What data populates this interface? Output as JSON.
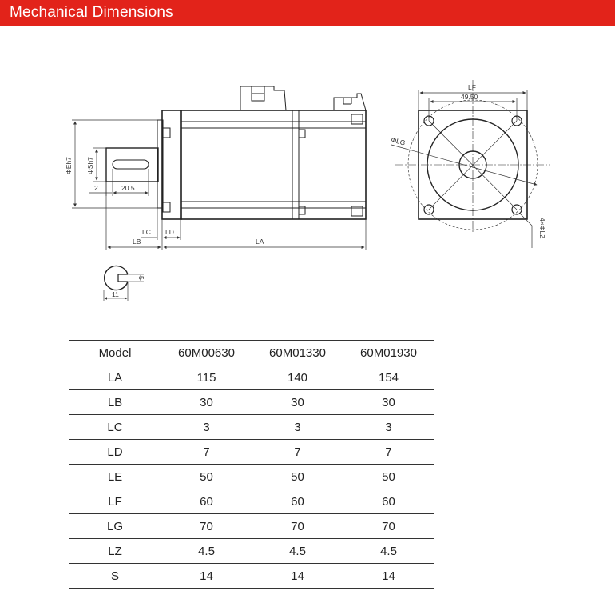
{
  "header": {
    "title": "Mechanical  Dimensions",
    "background": "#e2231a",
    "text_color": "#ffffff"
  },
  "drawing": {
    "side_view": {
      "shaft_diameter": "ΦSh7",
      "flange_diameter": "ΦEh7",
      "shaft_offset": "2",
      "key_length": "20.5",
      "lc": "LC",
      "ld": "LD",
      "lb": "LB",
      "la": "LA"
    },
    "front_view": {
      "lf": "LF",
      "hole_spacing": "49.50",
      "pcd": "ΦLG",
      "holes": "4×ΦLZ"
    },
    "shaft_section": {
      "key_width": "5",
      "height": "11"
    }
  },
  "table": {
    "headers": [
      "Model",
      "60M00630",
      "60M01330",
      "60M01930"
    ],
    "rows": [
      [
        "LA",
        "115",
        "140",
        "154"
      ],
      [
        "LB",
        "30",
        "30",
        "30"
      ],
      [
        "LC",
        "3",
        "3",
        "3"
      ],
      [
        "LD",
        "7",
        "7",
        "7"
      ],
      [
        "LE",
        "50",
        "50",
        "50"
      ],
      [
        "LF",
        "60",
        "60",
        "60"
      ],
      [
        "LG",
        "70",
        "70",
        "70"
      ],
      [
        "LZ",
        "4.5",
        "4.5",
        "4.5"
      ],
      [
        "S",
        "14",
        "14",
        "14"
      ]
    ]
  }
}
